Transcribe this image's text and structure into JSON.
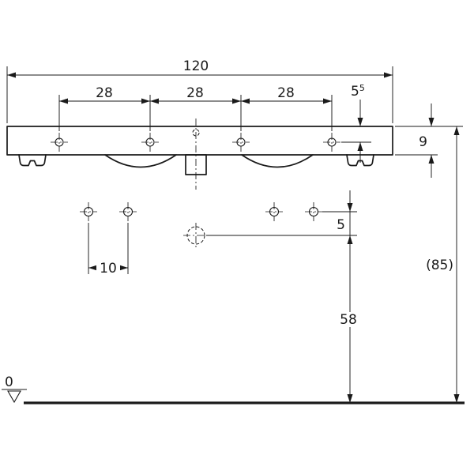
{
  "theme": {
    "ink": "#1a1a1a",
    "background": "#ffffff"
  },
  "dimensions": {
    "overall_width": "120",
    "tap_spacing": [
      "28",
      "28",
      "28"
    ],
    "tap_edge_offset": {
      "base": "5",
      "sup": "5"
    },
    "rim_height": "9",
    "overall_height": "(85)",
    "fixing_hole_spacing": "10",
    "fixing_hole_offset": "5",
    "drain_height": "58",
    "datum_level": "0"
  }
}
